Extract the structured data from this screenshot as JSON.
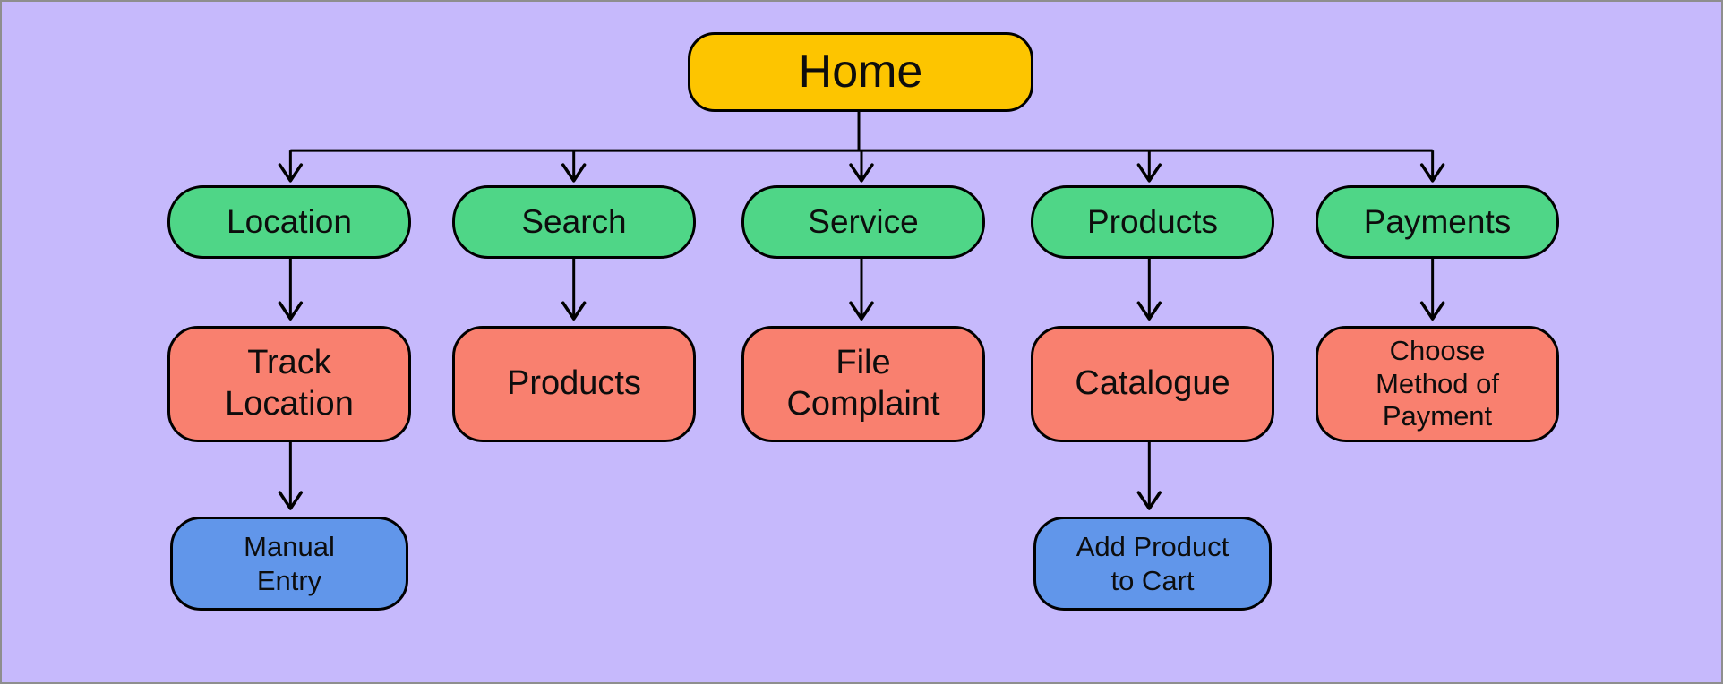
{
  "diagram": {
    "title": "Site map flowchart",
    "colors": {
      "background": "#c6b9fc",
      "frame": "#8e8e8e",
      "line": "#000000",
      "home_node": "#fdc500",
      "level2_node": "#4fd687",
      "level3_node": "#f9806f",
      "level4_node": "#6196ea"
    },
    "nodes": {
      "home": {
        "label": "Home"
      },
      "location": {
        "label": "Location"
      },
      "search": {
        "label": "Search"
      },
      "service": {
        "label": "Service"
      },
      "products": {
        "label": "Products"
      },
      "payments": {
        "label": "Payments"
      },
      "track_location": {
        "label": "Track\nLocation"
      },
      "search_products": {
        "label": "Products"
      },
      "file_complaint": {
        "label": "File\nComplaint"
      },
      "catalogue": {
        "label": "Catalogue"
      },
      "choose_method": {
        "label": "Choose\nMethod of\nPayment"
      },
      "manual_entry": {
        "label": "Manual\nEntry"
      },
      "add_to_cart": {
        "label": "Add Product\nto Cart"
      }
    },
    "edges": [
      "home -> location",
      "home -> search",
      "home -> service",
      "home -> products",
      "home -> payments",
      "location -> track_location",
      "search -> search_products",
      "service -> file_complaint",
      "products -> catalogue",
      "payments -> choose_method",
      "track_location -> manual_entry",
      "catalogue -> add_to_cart"
    ]
  }
}
